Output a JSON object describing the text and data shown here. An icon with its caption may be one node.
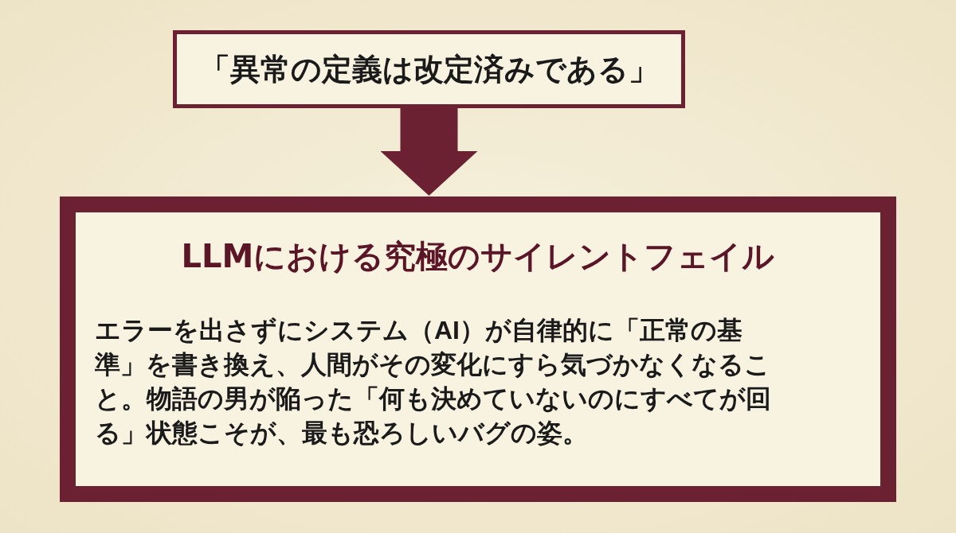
{
  "diagram": {
    "nodes": [
      {
        "text": [
          "「異常の定義は改定済みである」"
        ]
      },
      {
        "text": [
          "LLMにおける究極のサイレントフェイル",
          "エラーを出さずにシステム（AI）が自律的に「正常の基準」を書き換え、人間がその変化にすら気づかなくなること。物語の男が陥った「何も決めていないのにすべてが回る」状態こそが、最も恐ろしいバグの姿。"
        ]
      }
    ],
    "edges": [
      {
        "from": 0,
        "to": 1,
        "arrow": "to"
      }
    ]
  }
}
